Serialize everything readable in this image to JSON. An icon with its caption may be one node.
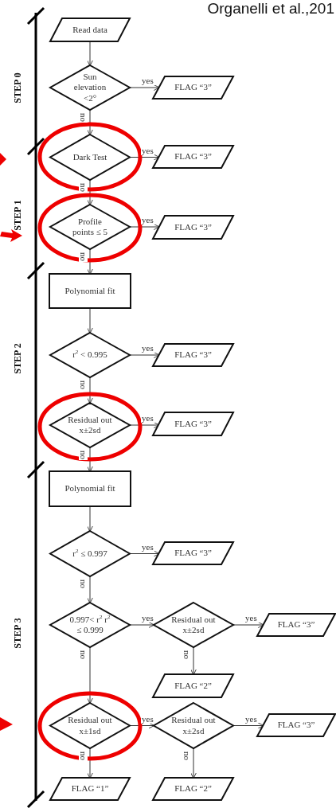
{
  "diagram": {
    "nodes": [
      {
        "text": [
          "Read data"
        ]
      },
      {
        "text": [
          "Sun elevation <2°"
        ]
      },
      {
        "text": [
          "FLAG “3”"
        ]
      },
      {
        "text": [
          "Dark Test"
        ]
      },
      {
        "text": [
          "FLAG “3”"
        ]
      },
      {
        "text": [
          "Profile points ≤ 5"
        ]
      },
      {
        "text": [
          "FLAG “3”"
        ]
      },
      {
        "text": [
          "Polynomial fit"
        ]
      },
      {
        "text": [
          "r$^{2}$ < 0.995"
        ]
      },
      {
        "text": [
          "FLAG “3”"
        ]
      },
      {
        "text": [
          "Residual out x±2sd"
        ]
      },
      {
        "text": [
          "FLAG “3”"
        ]
      },
      {
        "text": [
          "Polynomial fit"
        ]
      },
      {
        "text": [
          "r$^{2}$ ≤ 0.997"
        ]
      },
      {
        "text": [
          "FLAG “3”"
        ]
      },
      {
        "text": [
          "0.997< r$^{2}$ r$^{2}$ ≤ 0.999"
        ]
      },
      {
        "text": [
          "Residual out x±2sd"
        ]
      },
      {
        "text": [
          "FLAG “3”"
        ]
      },
      {
        "text": [
          "FLAG “2”"
        ]
      },
      {
        "text": [
          "Residual out x±1sd"
        ]
      },
      {
        "text": [
          "Residual out x±2sd"
        ]
      },
      {
        "text": [
          "FLAG “3”"
        ]
      },
      {
        "text": [
          "FLAG “1”"
        ]
      },
      {
        "text": [
          "FLAG “2”"
        ]
      }
    ],
    "edges": [
      {
        "from": 0,
        "to": 1,
        "arrow": "to"
      },
      {
        "from": 1,
        "to": 2,
        "label": "yes",
        "arrow": "to"
      },
      {
        "from": 1,
        "to": 3,
        "label": "no",
        "arrow": "to"
      },
      {
        "from": 3,
        "to": 4,
        "label": "yes",
        "arrow": "to"
      },
      {
        "from": 3,
        "to": 5,
        "label": "no",
        "arrow": "to"
      },
      {
        "from": 5,
        "to": 6,
        "label": "yes",
        "arrow": "to"
      },
      {
        "from": 5,
        "to": 7,
        "label": "no",
        "arrow": "to"
      },
      {
        "from": 7,
        "to": 8,
        "arrow": "to"
      },
      {
        "from": 8,
        "to": 9,
        "label": "yes",
        "arrow": "to"
      },
      {
        "from": 8,
        "to": 10,
        "label": "no",
        "arrow": "to"
      },
      {
        "from": 10,
        "to": 11,
        "label": "yes",
        "arrow": "to"
      },
      {
        "from": 10,
        "to": 12,
        "label": "no",
        "arrow": "to"
      },
      {
        "from": 12,
        "to": 13,
        "arrow": "to"
      },
      {
        "from": 13,
        "to": 14,
        "label": "yes",
        "arrow": "to"
      },
      {
        "from": 13,
        "to": 15,
        "label": "no",
        "arrow": "to"
      },
      {
        "from": 15,
        "to": 16,
        "label": "yes",
        "arrow": "to"
      },
      {
        "from": 15,
        "to": 19,
        "label": "no",
        "arrow": "to"
      },
      {
        "from": 16,
        "to": 17,
        "label": "yes",
        "arrow": "to"
      },
      {
        "from": 16,
        "to": 18,
        "label": "no",
        "arrow": "to"
      },
      {
        "from": 19,
        "to": 20,
        "label": "yes",
        "arrow": "to"
      },
      {
        "from": 19,
        "to": 22,
        "label": "no",
        "arrow": "to"
      },
      {
        "from": 20,
        "to": 21,
        "label": "yes",
        "arrow": "to"
      },
      {
        "from": 20,
        "to": 23,
        "label": "no",
        "arrow": "to"
      }
    ],
    "labels": [
      "Organelli et al.,201",
      "STEP 0",
      "STEP 1",
      "STEP 2",
      "STEP 3"
    ]
  }
}
